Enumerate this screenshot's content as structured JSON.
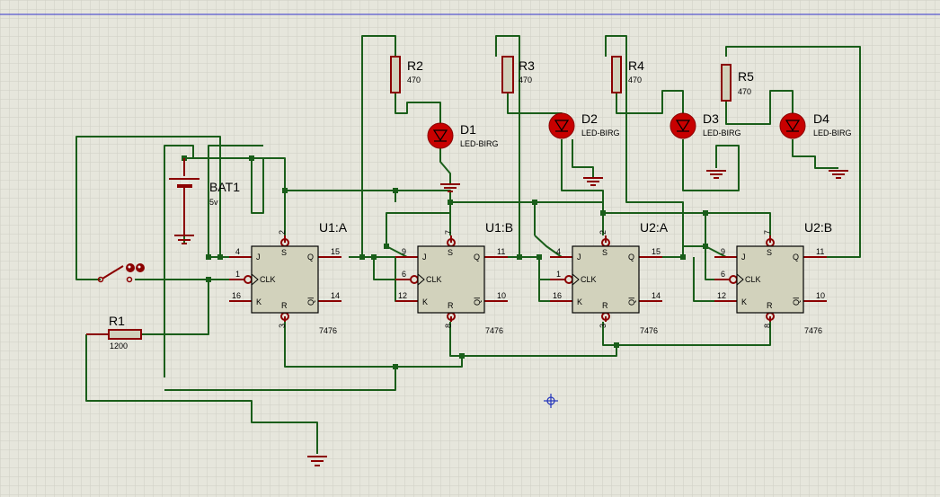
{
  "colors": {
    "background": "#e6e6dc",
    "grid": "#cfcfc4",
    "wire": "#1a5e1a",
    "component": "#8b0000",
    "chip_fill": "#d2d2bc",
    "led_fill": "#c80000",
    "top_line": "#3333cc"
  },
  "chips": [
    {
      "ref": "U1:A",
      "part": "7476",
      "pins": {
        "j": "4",
        "s": "2",
        "q": "15",
        "clk": "1",
        "k": "16",
        "r": "3",
        "qi": "14"
      }
    },
    {
      "ref": "U1:B",
      "part": "7476",
      "pins": {
        "j": "9",
        "s": "7",
        "q": "11",
        "clk": "6",
        "k": "12",
        "r": "8",
        "qi": "10"
      }
    },
    {
      "ref": "U2:A",
      "part": "7476",
      "pins": {
        "j": "4",
        "s": "2",
        "q": "15",
        "clk": "1",
        "k": "16",
        "r": "3",
        "qi": "14"
      }
    },
    {
      "ref": "U2:B",
      "part": "7476",
      "pins": {
        "j": "9",
        "s": "7",
        "q": "11",
        "clk": "6",
        "k": "12",
        "r": "8",
        "qi": "10"
      }
    }
  ],
  "pin_names": {
    "j": "J",
    "s": "S",
    "q": "Q",
    "clk": "CLK",
    "k": "K",
    "r": "R",
    "qi": "QI"
  },
  "resistors": [
    {
      "ref": "R1",
      "value": "1200"
    },
    {
      "ref": "R2",
      "value": "470"
    },
    {
      "ref": "R3",
      "value": "470"
    },
    {
      "ref": "R4",
      "value": "470"
    },
    {
      "ref": "R5",
      "value": "470"
    }
  ],
  "leds": [
    {
      "ref": "D1",
      "part": "LED-BIRG"
    },
    {
      "ref": "D2",
      "part": "LED-BIRG"
    },
    {
      "ref": "D3",
      "part": "LED-BIRG"
    },
    {
      "ref": "D4",
      "part": "LED-BIRG"
    }
  ],
  "battery": {
    "ref": "BAT1",
    "value": "5v"
  },
  "icons": {
    "switch": "push-button-switch-icon",
    "ground": "ground-icon",
    "cursor": "crosshair-cursor-icon"
  }
}
